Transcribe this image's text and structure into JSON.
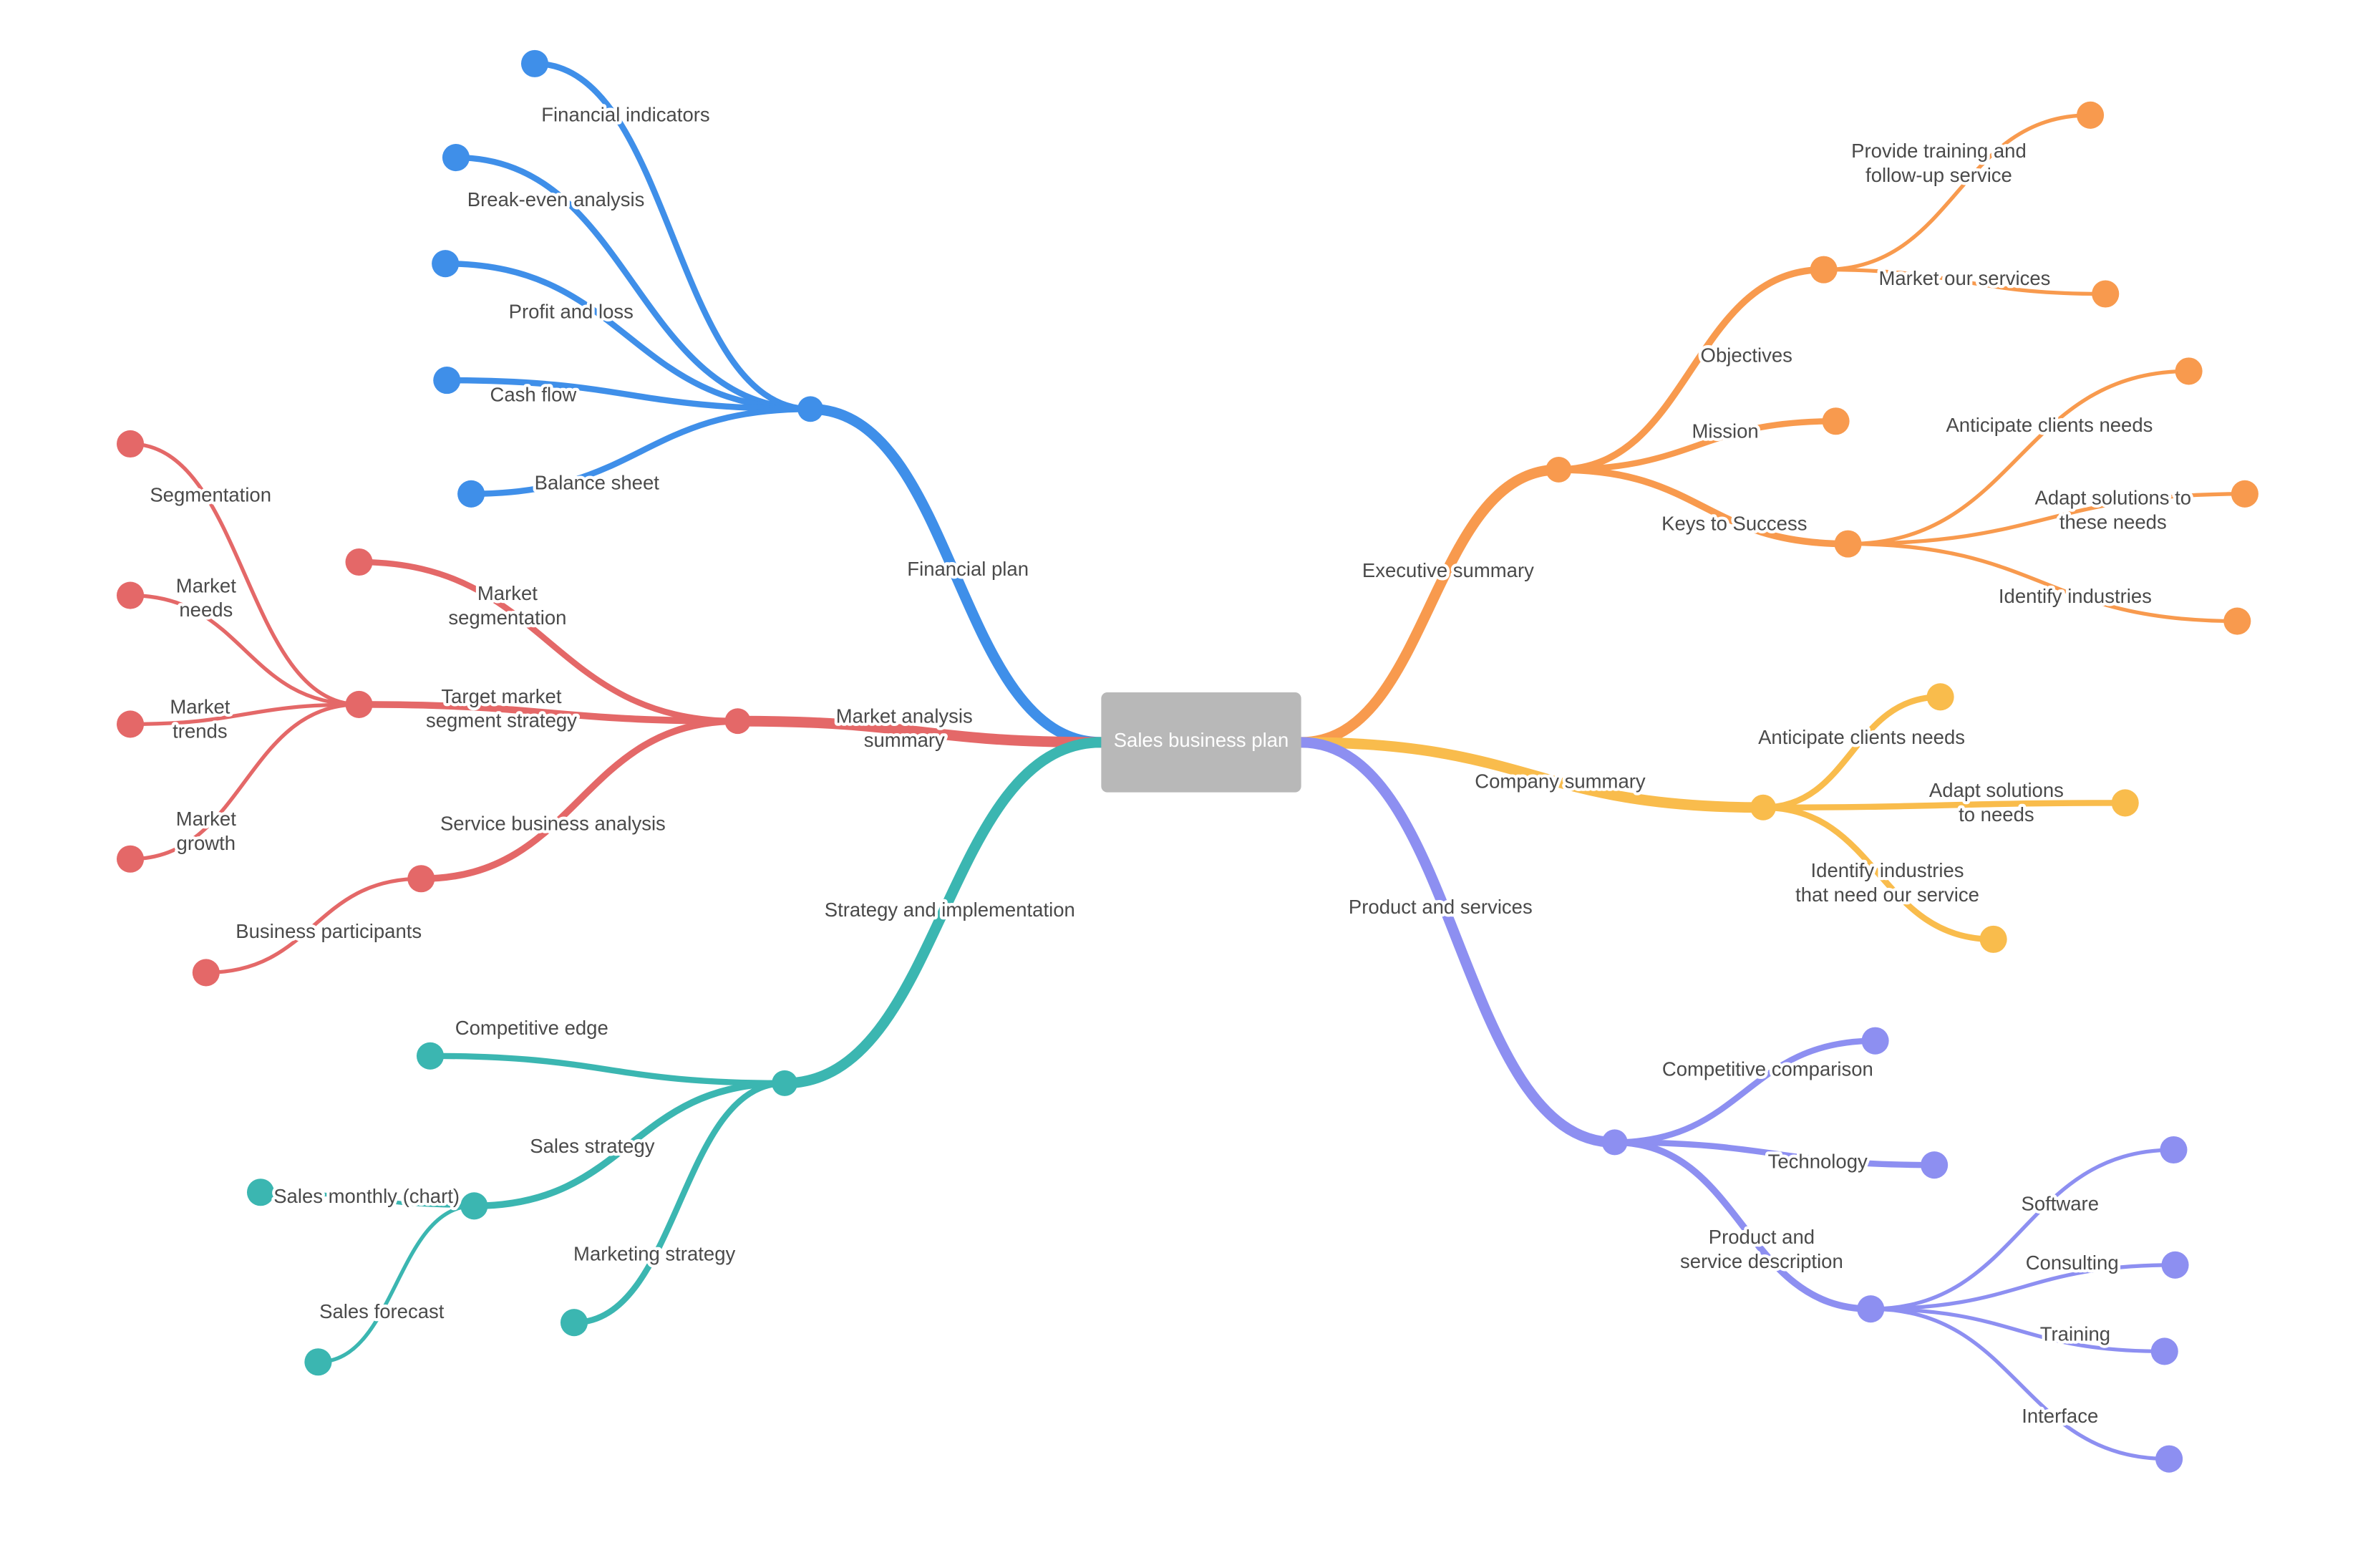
{
  "center": {
    "label": "Sales business plan",
    "color": "#b8b8b8"
  },
  "branches": [
    {
      "label": [
        "Financial plan"
      ],
      "color": "#3f8fe9",
      "children": [
        {
          "label": [
            "Financial indicators"
          ]
        },
        {
          "label": [
            "Break-even analysis"
          ]
        },
        {
          "label": [
            "Profit and loss"
          ]
        },
        {
          "label": [
            "Cash flow"
          ]
        },
        {
          "label": [
            "Balance sheet"
          ]
        }
      ]
    },
    {
      "label": [
        "Market analysis",
        "summary"
      ],
      "color": "#e46868",
      "children": [
        {
          "label": [
            "Market",
            "segmentation"
          ]
        },
        {
          "label": [
            "Target market",
            "segment strategy"
          ],
          "children": [
            {
              "label": [
                "Segmentation"
              ]
            },
            {
              "label": [
                "Market",
                "needs"
              ]
            },
            {
              "label": [
                "Market",
                "trends"
              ]
            },
            {
              "label": [
                "Market",
                "growth"
              ]
            }
          ]
        },
        {
          "label": [
            "Service business analysis"
          ],
          "children": [
            {
              "label": [
                "Business participants"
              ]
            }
          ]
        }
      ]
    },
    {
      "label": [
        "Strategy and implementation"
      ],
      "color": "#3bb6b1",
      "children": [
        {
          "label": [
            "Competitive edge"
          ]
        },
        {
          "label": [
            "Sales strategy"
          ],
          "children": [
            {
              "label": [
                "Sales monthly (chart)"
              ]
            },
            {
              "label": [
                "Sales forecast"
              ]
            }
          ]
        },
        {
          "label": [
            "Marketing strategy"
          ]
        }
      ]
    },
    {
      "label": [
        "Executive summary"
      ],
      "color": "#f89a4e",
      "children": [
        {
          "label": [
            "Objectives"
          ],
          "children": [
            {
              "label": [
                "Provide training and",
                "follow-up service"
              ]
            },
            {
              "label": [
                "Market our services"
              ]
            }
          ]
        },
        {
          "label": [
            "Mission"
          ]
        },
        {
          "label": [
            "Keys to Success"
          ],
          "children": [
            {
              "label": [
                "Anticipate clients needs"
              ]
            },
            {
              "label": [
                "Adapt solutions to",
                "these needs"
              ]
            },
            {
              "label": [
                "Identify industries"
              ]
            }
          ]
        }
      ]
    },
    {
      "label": [
        "Company summary"
      ],
      "color": "#f9bc4c",
      "children": [
        {
          "label": [
            "Anticipate clients needs"
          ]
        },
        {
          "label": [
            "Adapt solutions",
            "to needs"
          ]
        },
        {
          "label": [
            "Identify industries",
            "that need our service"
          ]
        }
      ]
    },
    {
      "label": [
        "Product and services"
      ],
      "color": "#8d8ff1",
      "children": [
        {
          "label": [
            "Competitive comparison"
          ]
        },
        {
          "label": [
            "Technology"
          ]
        },
        {
          "label": [
            "Product and",
            "service description"
          ],
          "children": [
            {
              "label": [
                "Software"
              ]
            },
            {
              "label": [
                "Consulting"
              ]
            },
            {
              "label": [
                "Training"
              ]
            },
            {
              "label": [
                "Interface"
              ]
            }
          ]
        }
      ]
    }
  ]
}
